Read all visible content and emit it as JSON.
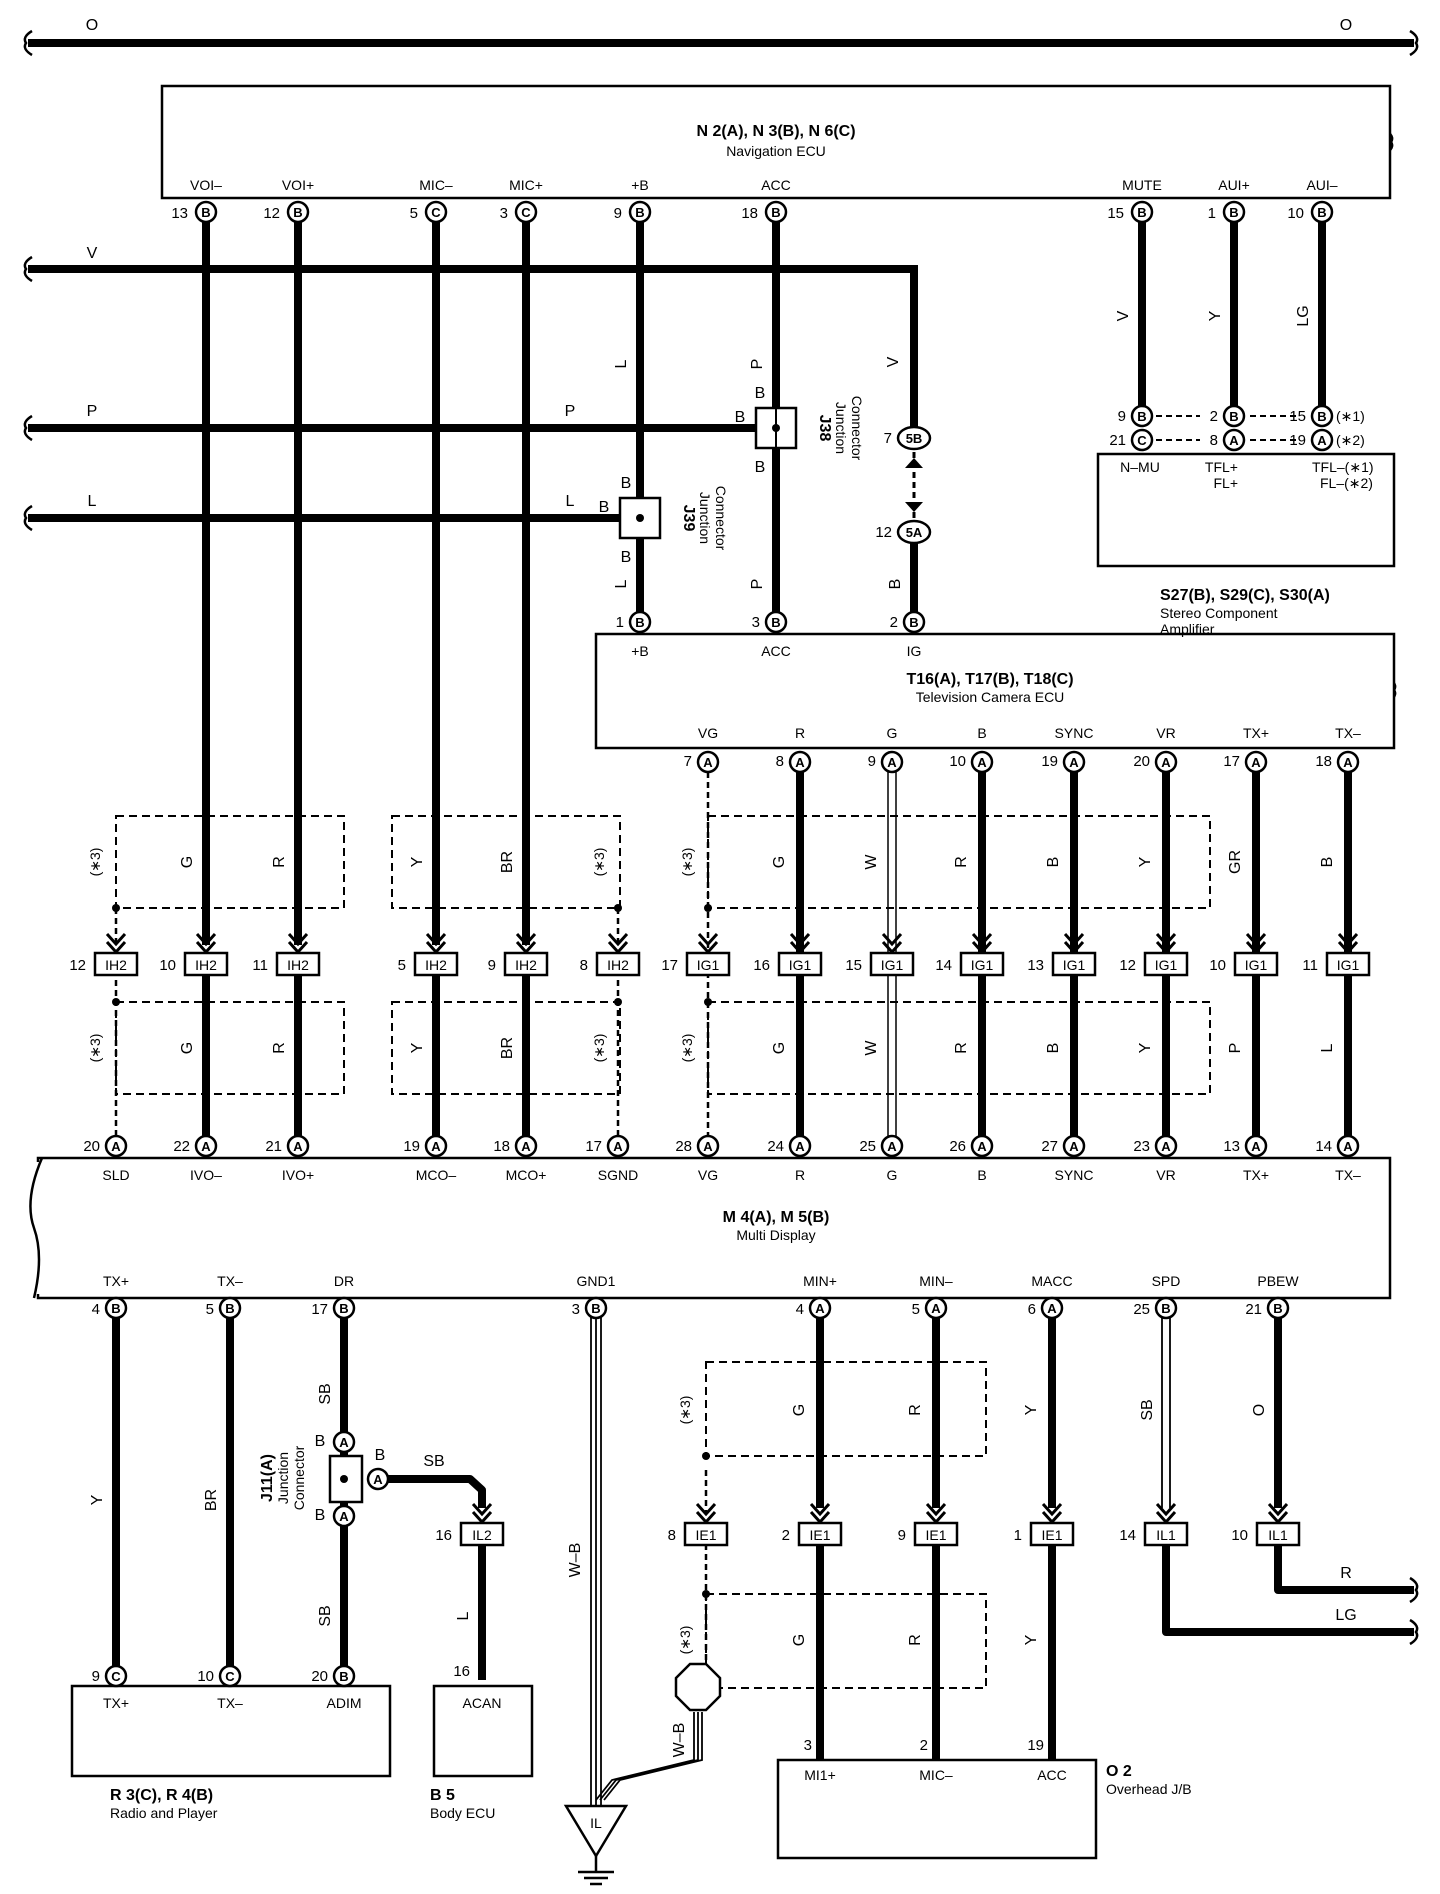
{
  "top_bus": {
    "left_label": "O",
    "right_label": "O"
  },
  "left_buses": [
    {
      "id": "V",
      "label": "V"
    },
    {
      "id": "P",
      "label": "P"
    },
    {
      "id": "L",
      "label": "L"
    }
  ],
  "components": {
    "nav": {
      "code": "N 2(A), N 3(B), N 6(C)",
      "name": "Navigation ECU"
    },
    "stereo": {
      "code": "S27(B), S29(C), S30(A)",
      "name": "Stereo Component",
      "name2": "Amplifier"
    },
    "tv": {
      "code": "T16(A), T17(B), T18(C)",
      "name": "Television Camera ECU"
    },
    "md": {
      "code": "M 4(A), M 5(B)",
      "name": "Multi Display"
    },
    "radio": {
      "code": "R 3(C), R 4(B)",
      "name": "Radio and Player"
    },
    "body": {
      "code": "B 5",
      "name": "Body ECU"
    },
    "ojb": {
      "code": "O 2",
      "name": "Overhead J/B"
    },
    "j38": {
      "code": "J38",
      "name": "Junction",
      "name2": "Connector"
    },
    "j39": {
      "code": "J39",
      "name": "Junction",
      "name2": "Connector"
    },
    "j11": {
      "code": "J11(A)",
      "name": "Junction",
      "name2": "Connector"
    }
  },
  "nav_pins": [
    {
      "name": "VOI–",
      "num": "13",
      "c": "B"
    },
    {
      "name": "VOI+",
      "num": "12",
      "c": "B"
    },
    {
      "name": "MIC–",
      "num": "5",
      "c": "C"
    },
    {
      "name": "MIC+",
      "num": "3",
      "c": "C"
    },
    {
      "name": "+B",
      "num": "9",
      "c": "B"
    },
    {
      "name": "ACC",
      "num": "18",
      "c": "B"
    },
    {
      "name": "MUTE",
      "num": "15",
      "c": "B"
    },
    {
      "name": "AUI+",
      "num": "1",
      "c": "B"
    },
    {
      "name": "AUI–",
      "num": "10",
      "c": "B"
    }
  ],
  "stereo_pins": {
    "row1": [
      {
        "num": "9",
        "c": "B"
      },
      {
        "num": "2",
        "c": "B"
      },
      {
        "num": "15",
        "c": "B",
        "note": "(∗1)"
      }
    ],
    "row2": [
      {
        "num": "21",
        "c": "C"
      },
      {
        "num": "8",
        "c": "A"
      },
      {
        "num": "19",
        "c": "A",
        "note": "(∗2)"
      }
    ],
    "n_mu": "N–MU",
    "tfl_plus": "TFL+",
    "tfl_minus": "TFL–(∗1)",
    "fl_plus": "FL+",
    "fl_minus": "FL–(∗2)"
  },
  "tv_top_pins": [
    {
      "name": "+B",
      "num": "1",
      "c": "B"
    },
    {
      "name": "ACC",
      "num": "3",
      "c": "B"
    },
    {
      "name": "IG",
      "num": "2",
      "c": "B"
    }
  ],
  "tv_bottom_pins": [
    {
      "name": "VG",
      "num": "7",
      "c": "A"
    },
    {
      "name": "R",
      "num": "8",
      "c": "A"
    },
    {
      "name": "G",
      "num": "9",
      "c": "A"
    },
    {
      "name": "B",
      "num": "10",
      "c": "A"
    },
    {
      "name": "SYNC",
      "num": "19",
      "c": "A"
    },
    {
      "name": "VR",
      "num": "20",
      "c": "A"
    },
    {
      "name": "TX+",
      "num": "17",
      "c": "A"
    },
    {
      "name": "TX–",
      "num": "18",
      "c": "A"
    }
  ],
  "ih2": {
    "label": "IH2",
    "nums": [
      "12",
      "10",
      "11",
      "5",
      "9",
      "8"
    ]
  },
  "ig1": {
    "label": "IG1",
    "nums": [
      "17",
      "16",
      "15",
      "14",
      "13",
      "12",
      "10",
      "11"
    ]
  },
  "md_top_pins": [
    {
      "name": "SLD",
      "num": "20",
      "c": "A"
    },
    {
      "name": "IVO–",
      "num": "22",
      "c": "A"
    },
    {
      "name": "IVO+",
      "num": "21",
      "c": "A"
    },
    {
      "name": "MCO–",
      "num": "19",
      "c": "A"
    },
    {
      "name": "MCO+",
      "num": "18",
      "c": "A"
    },
    {
      "name": "SGND",
      "num": "17",
      "c": "A"
    },
    {
      "name": "VG",
      "num": "28",
      "c": "A"
    },
    {
      "name": "R",
      "num": "24",
      "c": "A"
    },
    {
      "name": "G",
      "num": "25",
      "c": "A"
    },
    {
      "name": "B",
      "num": "26",
      "c": "A"
    },
    {
      "name": "SYNC",
      "num": "27",
      "c": "A"
    },
    {
      "name": "VR",
      "num": "23",
      "c": "A"
    },
    {
      "name": "TX+",
      "num": "13",
      "c": "A"
    },
    {
      "name": "TX–",
      "num": "14",
      "c": "A"
    }
  ],
  "md_bottom_pins": [
    {
      "name": "TX+",
      "num": "4",
      "c": "B"
    },
    {
      "name": "TX–",
      "num": "5",
      "c": "B"
    },
    {
      "name": "DR",
      "num": "17",
      "c": "B"
    },
    {
      "name": "GND1",
      "num": "3",
      "c": "B"
    },
    {
      "name": "MIN+",
      "num": "4",
      "c": "A"
    },
    {
      "name": "MIN–",
      "num": "5",
      "c": "A"
    },
    {
      "name": "MACC",
      "num": "6",
      "c": "A"
    },
    {
      "name": "SPD",
      "num": "25",
      "c": "B"
    },
    {
      "name": "PBEW",
      "num": "21",
      "c": "B"
    }
  ],
  "ie1": {
    "label": "IE1",
    "nums": [
      "8",
      "2",
      "9",
      "1"
    ]
  },
  "il1": {
    "label": "IL1",
    "nums": [
      "14",
      "10"
    ]
  },
  "il2": {
    "label": "IL2",
    "num": "16"
  },
  "radio_pins": [
    {
      "name": "TX+",
      "num": "9",
      "c": "C"
    },
    {
      "name": "TX–",
      "num": "10",
      "c": "C"
    },
    {
      "name": "ADIM",
      "num": "20",
      "c": "B"
    }
  ],
  "body_pin": {
    "name": "ACAN",
    "num": "16"
  },
  "ojb_pins": [
    {
      "name": "MI1+",
      "num": "3"
    },
    {
      "name": "MIC–",
      "num": "2"
    },
    {
      "name": "ACC",
      "num": "19"
    }
  ],
  "connectors": {
    "c5B": "5B",
    "n5B": "7",
    "c5A": "5A",
    "n5A": "12"
  },
  "ground": {
    "label": "IL"
  },
  "shield_note": "(∗3)",
  "wire_colors": {
    "nav_mute": "V",
    "nav_auip": "Y",
    "nav_auim": "LG",
    "plusb_upper": "L",
    "plusb_lower": "L",
    "acc_upper": "P",
    "acc_lower": "P",
    "ig_upper": "V",
    "ig_lower": "B",
    "j38_pins": [
      "B",
      "B",
      "B"
    ],
    "j39_pins": [
      "B",
      "B",
      "B"
    ],
    "bus_p_right": "P",
    "bus_l_right": "L",
    "ih2_upper": [
      "G",
      "R",
      "Y",
      "BR"
    ],
    "ih2_lower": [
      "G",
      "R",
      "Y",
      "BR"
    ],
    "ig1_upper": [
      "G",
      "W",
      "R",
      "B",
      "Y",
      "GR",
      "B"
    ],
    "ig1_lower": [
      "G",
      "W",
      "R",
      "B",
      "Y",
      "P",
      "L"
    ],
    "tx_plus": "Y",
    "tx_minus": "BR",
    "dr_upper": "SB",
    "dr_lower": "SB",
    "j11_branch": "SB",
    "il2_lower": "L",
    "j11_pins": [
      "B",
      "B",
      "B"
    ],
    "gnd": "W–B",
    "gnd_shield": "W–B",
    "min_upper": [
      "G",
      "R",
      "Y"
    ],
    "min_lower": [
      "G",
      "R",
      "Y"
    ],
    "spd": "SB",
    "pbew": "O",
    "out_r": "R",
    "out_lg": "LG"
  }
}
